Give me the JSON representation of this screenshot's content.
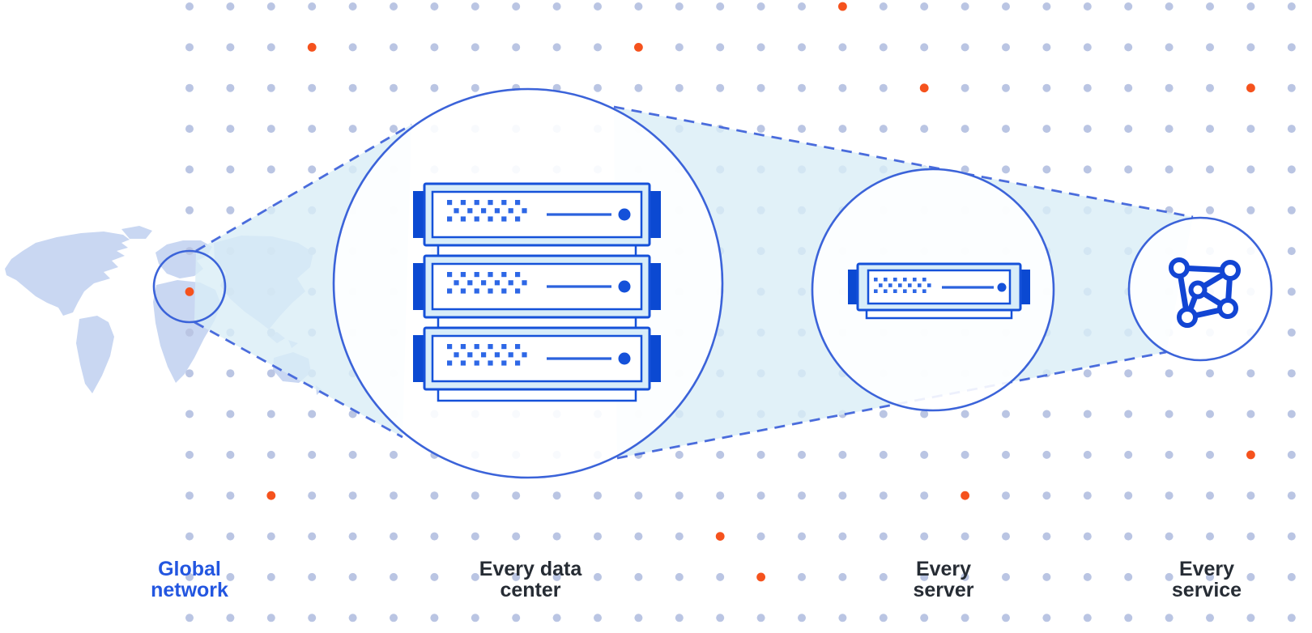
{
  "diagram": {
    "stages": [
      {
        "id": "global-network",
        "label": "Global network",
        "icon": "world-map-location-dot"
      },
      {
        "id": "every-data-center",
        "label": "Every data center",
        "icon": "server-rack-3-units"
      },
      {
        "id": "every-server",
        "label": "Every server",
        "icon": "server-unit"
      },
      {
        "id": "every-service",
        "label": "Every service",
        "icon": "network-mesh-icon"
      }
    ]
  },
  "colors": {
    "bg": "#ffffff",
    "dot": "#bac5e3",
    "orange": "#f5521d",
    "circleStroke": "#3b63d9",
    "dash": "#4a6cdc",
    "teal": "#d9edf6",
    "map": "#c9d7f2",
    "serverBorder": "#1551d9",
    "serverFrame": "#d8edf9",
    "tab": "#0b49d2",
    "vent": "#2d67e6",
    "line": "#2b62dd",
    "led": "#1551d9",
    "mesh": "#1245d3",
    "labelDark": "#262c34",
    "labelBlue": "#2356e0"
  },
  "decor": {
    "dot_grid": {
      "cols": 28,
      "rows": 16,
      "orange_cells": [
        [
          16,
          0
        ],
        [
          3,
          1
        ],
        [
          11,
          1
        ],
        [
          18,
          2
        ],
        [
          26,
          2
        ],
        [
          0,
          7
        ],
        [
          26,
          11
        ],
        [
          2,
          12
        ],
        [
          19,
          12
        ],
        [
          13,
          13
        ],
        [
          14,
          14
        ]
      ]
    },
    "datacenter_server_units": 3,
    "server_circle_units": 1
  }
}
